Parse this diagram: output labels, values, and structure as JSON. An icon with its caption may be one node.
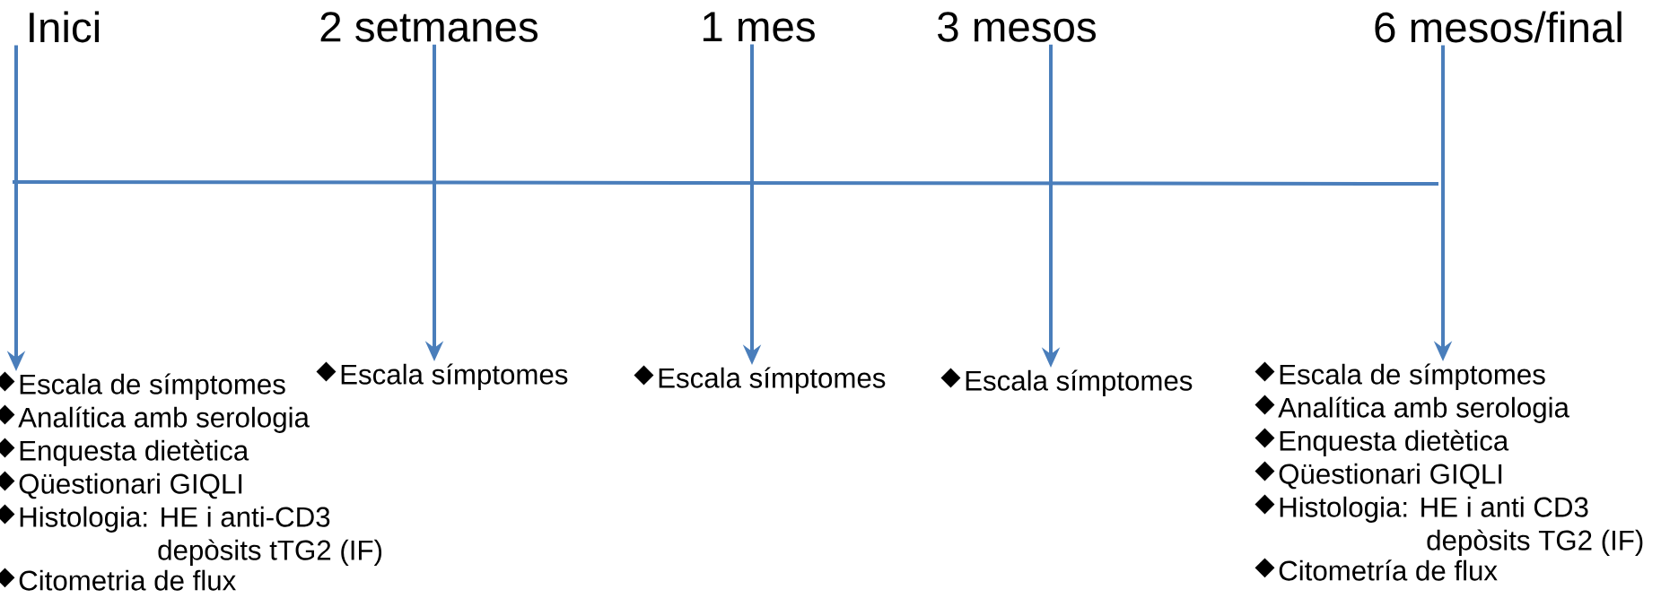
{
  "diagram": {
    "nodes": [
      {
        "text": [
          "Inici"
        ]
      },
      {
        "text": [
          "2 setmanes"
        ]
      },
      {
        "text": [
          "1 mes"
        ]
      },
      {
        "text": [
          "3 mesos"
        ]
      },
      {
        "text": [
          "6 mesos/final"
        ]
      },
      {
        "text": [
          "Escala de símptomes",
          "Analítica amb serologia",
          "Enquesta dietètica",
          "Qüestionari GIQLI",
          "Histologia: HE i anti-CD3 depòsits tTG2 (IF)",
          "Citometria de flux"
        ]
      },
      {
        "text": [
          "Escala símptomes"
        ]
      },
      {
        "text": [
          "Escala símptomes"
        ]
      },
      {
        "text": [
          "Escala símptomes"
        ]
      },
      {
        "text": [
          "Escala de símptomes",
          "Analítica amb serologia",
          "Enquesta dietètica",
          "Qüestionari GIQLI",
          "Histologia: HE i anti CD3 depòsits TG2 (IF)",
          "Citometría de flux"
        ]
      }
    ],
    "edges": [
      {
        "from": 0,
        "to": 5,
        "arrow": "to"
      },
      {
        "from": 1,
        "to": 6,
        "arrow": "to"
      },
      {
        "from": 2,
        "to": 7,
        "arrow": "to"
      },
      {
        "from": 3,
        "to": 8,
        "arrow": "to"
      },
      {
        "from": 4,
        "to": 9,
        "arrow": "to"
      }
    ]
  }
}
